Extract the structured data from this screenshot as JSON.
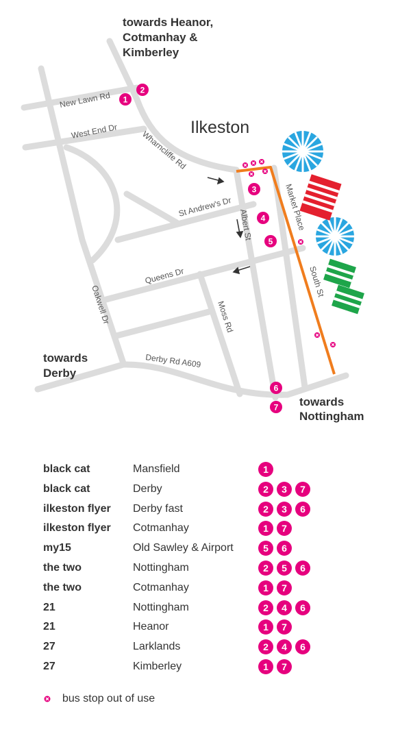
{
  "map": {
    "town_label": "Ilkeston",
    "direction_labels": {
      "north_lines": [
        "towards Heanor,",
        "Cotmanhay &",
        "Kimberley"
      ],
      "west_lines": [
        "towards",
        "Derby"
      ],
      "south_lines": [
        "towards",
        "Nottingham"
      ]
    },
    "streets": {
      "new_lawn_rd": "New Lawn Rd",
      "west_end_dr": "West End Dr",
      "wharncliffe_rd": "Wharncliffe Rd",
      "st_andrews_dr": "St Andrew's Dr",
      "albert_st": "Albert St",
      "market_place": "Market Place",
      "queens_dr": "Queens Dr",
      "south_st": "South St",
      "oakwell_dr": "Oakwell Dr",
      "moss_rd": "Moss Rd",
      "derby_rd": "Derby Rd A609"
    },
    "stops": [
      {
        "label": "1"
      },
      {
        "label": "2"
      },
      {
        "label": "3"
      },
      {
        "label": "4"
      },
      {
        "label": "5"
      },
      {
        "label": "6"
      },
      {
        "label": "7"
      }
    ],
    "colors": {
      "road": "#dcdcdc",
      "closed_route": "#f07d1e",
      "stop": "#e6007e",
      "market_umbrella": "#2aa6e0",
      "market_stall_red": "#e4202e",
      "market_stall_green": "#1ea54a",
      "arrow": "#333333"
    }
  },
  "routes": [
    {
      "name": "black cat",
      "destination": "Mansfield",
      "stops": [
        "1"
      ]
    },
    {
      "name": "black cat",
      "destination": "Derby",
      "stops": [
        "2",
        "3",
        "7"
      ]
    },
    {
      "name": "ilkeston flyer",
      "destination": "Derby fast",
      "stops": [
        "2",
        "3",
        "6"
      ]
    },
    {
      "name": "ilkeston flyer",
      "destination": "Cotmanhay",
      "stops": [
        "1",
        "7"
      ]
    },
    {
      "name": "my15",
      "destination": "Old Sawley & Airport",
      "stops": [
        "5",
        "6"
      ]
    },
    {
      "name": "the two",
      "destination": "Nottingham",
      "stops": [
        "2",
        "5",
        "6"
      ]
    },
    {
      "name": "the two",
      "destination": "Cotmanhay",
      "stops": [
        "1",
        "7"
      ]
    },
    {
      "name": "21",
      "destination": "Nottingham",
      "stops": [
        "2",
        "4",
        "6"
      ]
    },
    {
      "name": "21",
      "destination": "Heanor",
      "stops": [
        "1",
        "7"
      ]
    },
    {
      "name": "27",
      "destination": "Larklands",
      "stops": [
        "2",
        "4",
        "6"
      ]
    },
    {
      "name": "27",
      "destination": "Kimberley",
      "stops": [
        "1",
        "7"
      ]
    }
  ],
  "legend": {
    "text": "bus stop out of use"
  }
}
